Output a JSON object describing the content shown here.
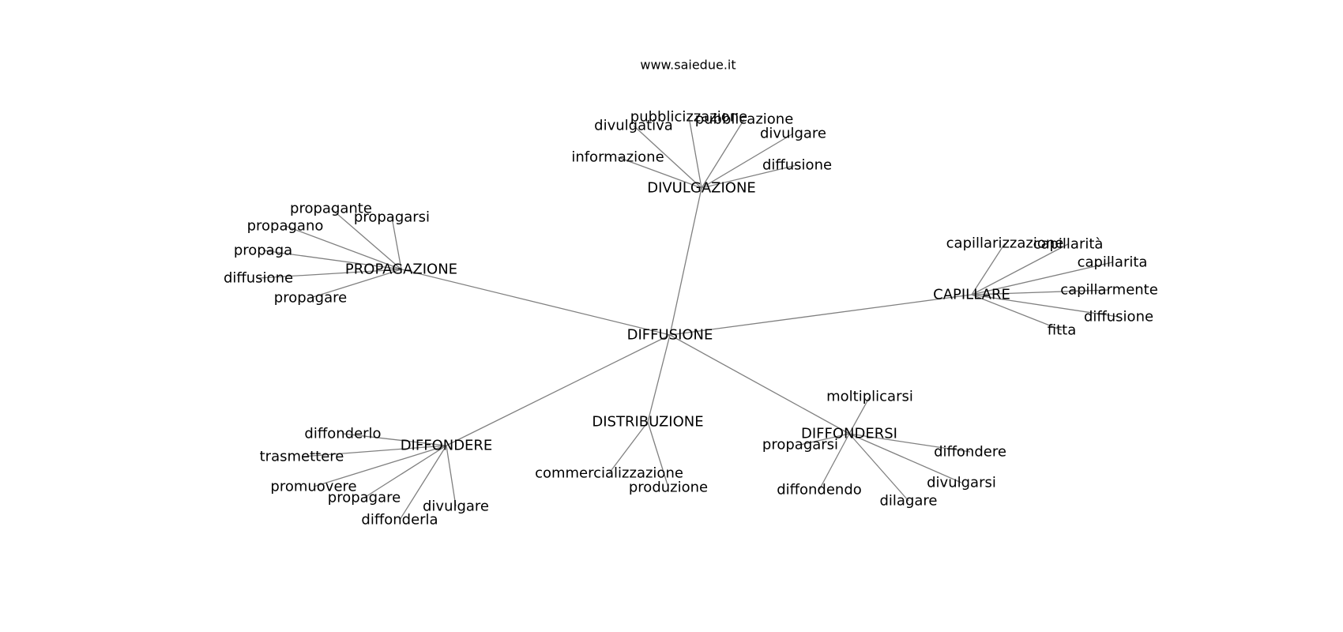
{
  "watermark": "www.saiedue.it",
  "root": {
    "id": "diffusione",
    "label": "DIFFUSIONE"
  },
  "clusters": [
    {
      "id": "divulgazione",
      "label": "DIVULGAZIONE",
      "leaves": [
        "pubblicizzazione",
        "pubblicazione",
        "divulgativa",
        "divulgare",
        "informazione",
        "diffusione"
      ]
    },
    {
      "id": "propagazione",
      "label": "PROPAGAZIONE",
      "leaves": [
        "propagante",
        "propagarsi",
        "propagano",
        "propaga",
        "diffusione",
        "propagare"
      ]
    },
    {
      "id": "capillare",
      "label": "CAPILLARE",
      "leaves": [
        "capillarizzazione",
        "capillarità",
        "capillarita",
        "capillarmente",
        "diffusione",
        "fitta"
      ]
    },
    {
      "id": "diffondere",
      "label": "DIFFONDERE",
      "leaves": [
        "diffonderlo",
        "trasmettere",
        "promuovere",
        "propagare",
        "divulgare",
        "diffonderla"
      ]
    },
    {
      "id": "distribuzione",
      "label": "DISTRIBUZIONE",
      "leaves": [
        "commercializzazione",
        "produzione"
      ]
    },
    {
      "id": "diffondersi",
      "label": "DIFFONDERSI",
      "leaves": [
        "moltiplicarsi",
        "propagarsi",
        "diffondere",
        "divulgarsi",
        "diffondendo",
        "dilagare"
      ]
    }
  ]
}
